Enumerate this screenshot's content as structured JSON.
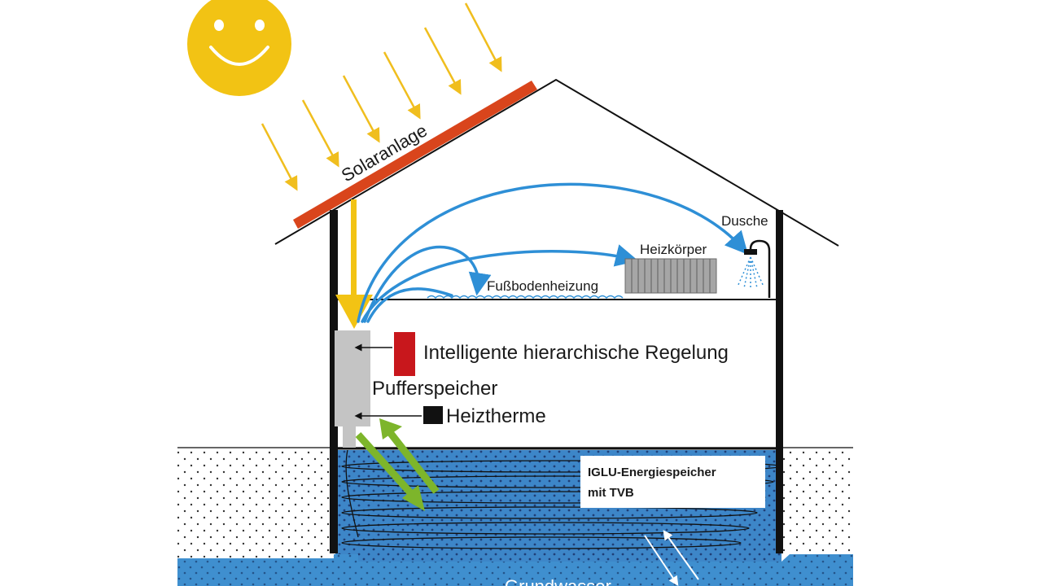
{
  "labels": {
    "solar": "Solaranlage",
    "shower": "Dusche",
    "radiator": "Heizkörper",
    "floor_heating": "Fußbodenheizung",
    "control": "Intelligente hierarchische Regelung",
    "buffer": "Pufferspeicher",
    "boiler": "Heiztherme",
    "storage_line1": "IGLU-Energiespeicher",
    "storage_line2": "mit TVB",
    "groundwater": "Grundwasser"
  },
  "colors": {
    "sun": "#f2c314",
    "sun_ray": "#f0be1e",
    "solar_panel": "#d9451c",
    "pipe_blue": "#2e8fd6",
    "ground_water": "#3f8fcf",
    "exchange_green": "#7db52b",
    "control_box": "#c8171c",
    "boiler_box": "#111111",
    "buffer_tank": "#c4c4c4",
    "radiator": "#9a9a9a"
  },
  "icons": [
    "smiley-sun-icon",
    "shower-head-icon",
    "radiator-icon"
  ]
}
